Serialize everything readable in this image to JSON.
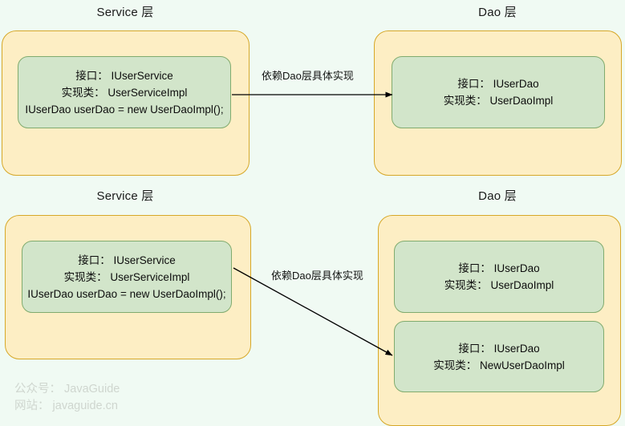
{
  "diagram": {
    "background_color": "#f0faf3",
    "layer_box_fill": "#fdeec4",
    "layer_box_stroke": "#d6a829",
    "class_box_fill": "#d2e5ca",
    "class_box_stroke": "#80ab6e",
    "arrow_color": "#000000"
  },
  "top": {
    "service_title": "Service 层",
    "dao_title": "Dao 层",
    "edge_label": "依赖Dao层具体实现",
    "service_class": {
      "line1": "接口： IUserService",
      "line2": "实现类： UserServiceImpl",
      "line3": "IUserDao userDao = new UserDaoImpl();"
    },
    "dao_class": {
      "line1": "接口： IUserDao",
      "line2": "实现类： UserDaoImpl"
    }
  },
  "bottom": {
    "service_title": "Service 层",
    "dao_title": "Dao 层",
    "edge_label": "依赖Dao层具体实现",
    "service_class": {
      "line1": "接口： IUserService",
      "line2": "实现类： UserServiceImpl",
      "line3": "IUserDao userDao = new UserDaoImpl();"
    },
    "dao_class_1": {
      "line1": "接口： IUserDao",
      "line2": "实现类： UserDaoImpl"
    },
    "dao_class_2": {
      "line1": "接口： IUserDao",
      "line2": "实现类： NewUserDaoImpl"
    }
  },
  "watermark": {
    "line1": "公众号： JavaGuide",
    "line2": "网站： javaguide.cn"
  }
}
